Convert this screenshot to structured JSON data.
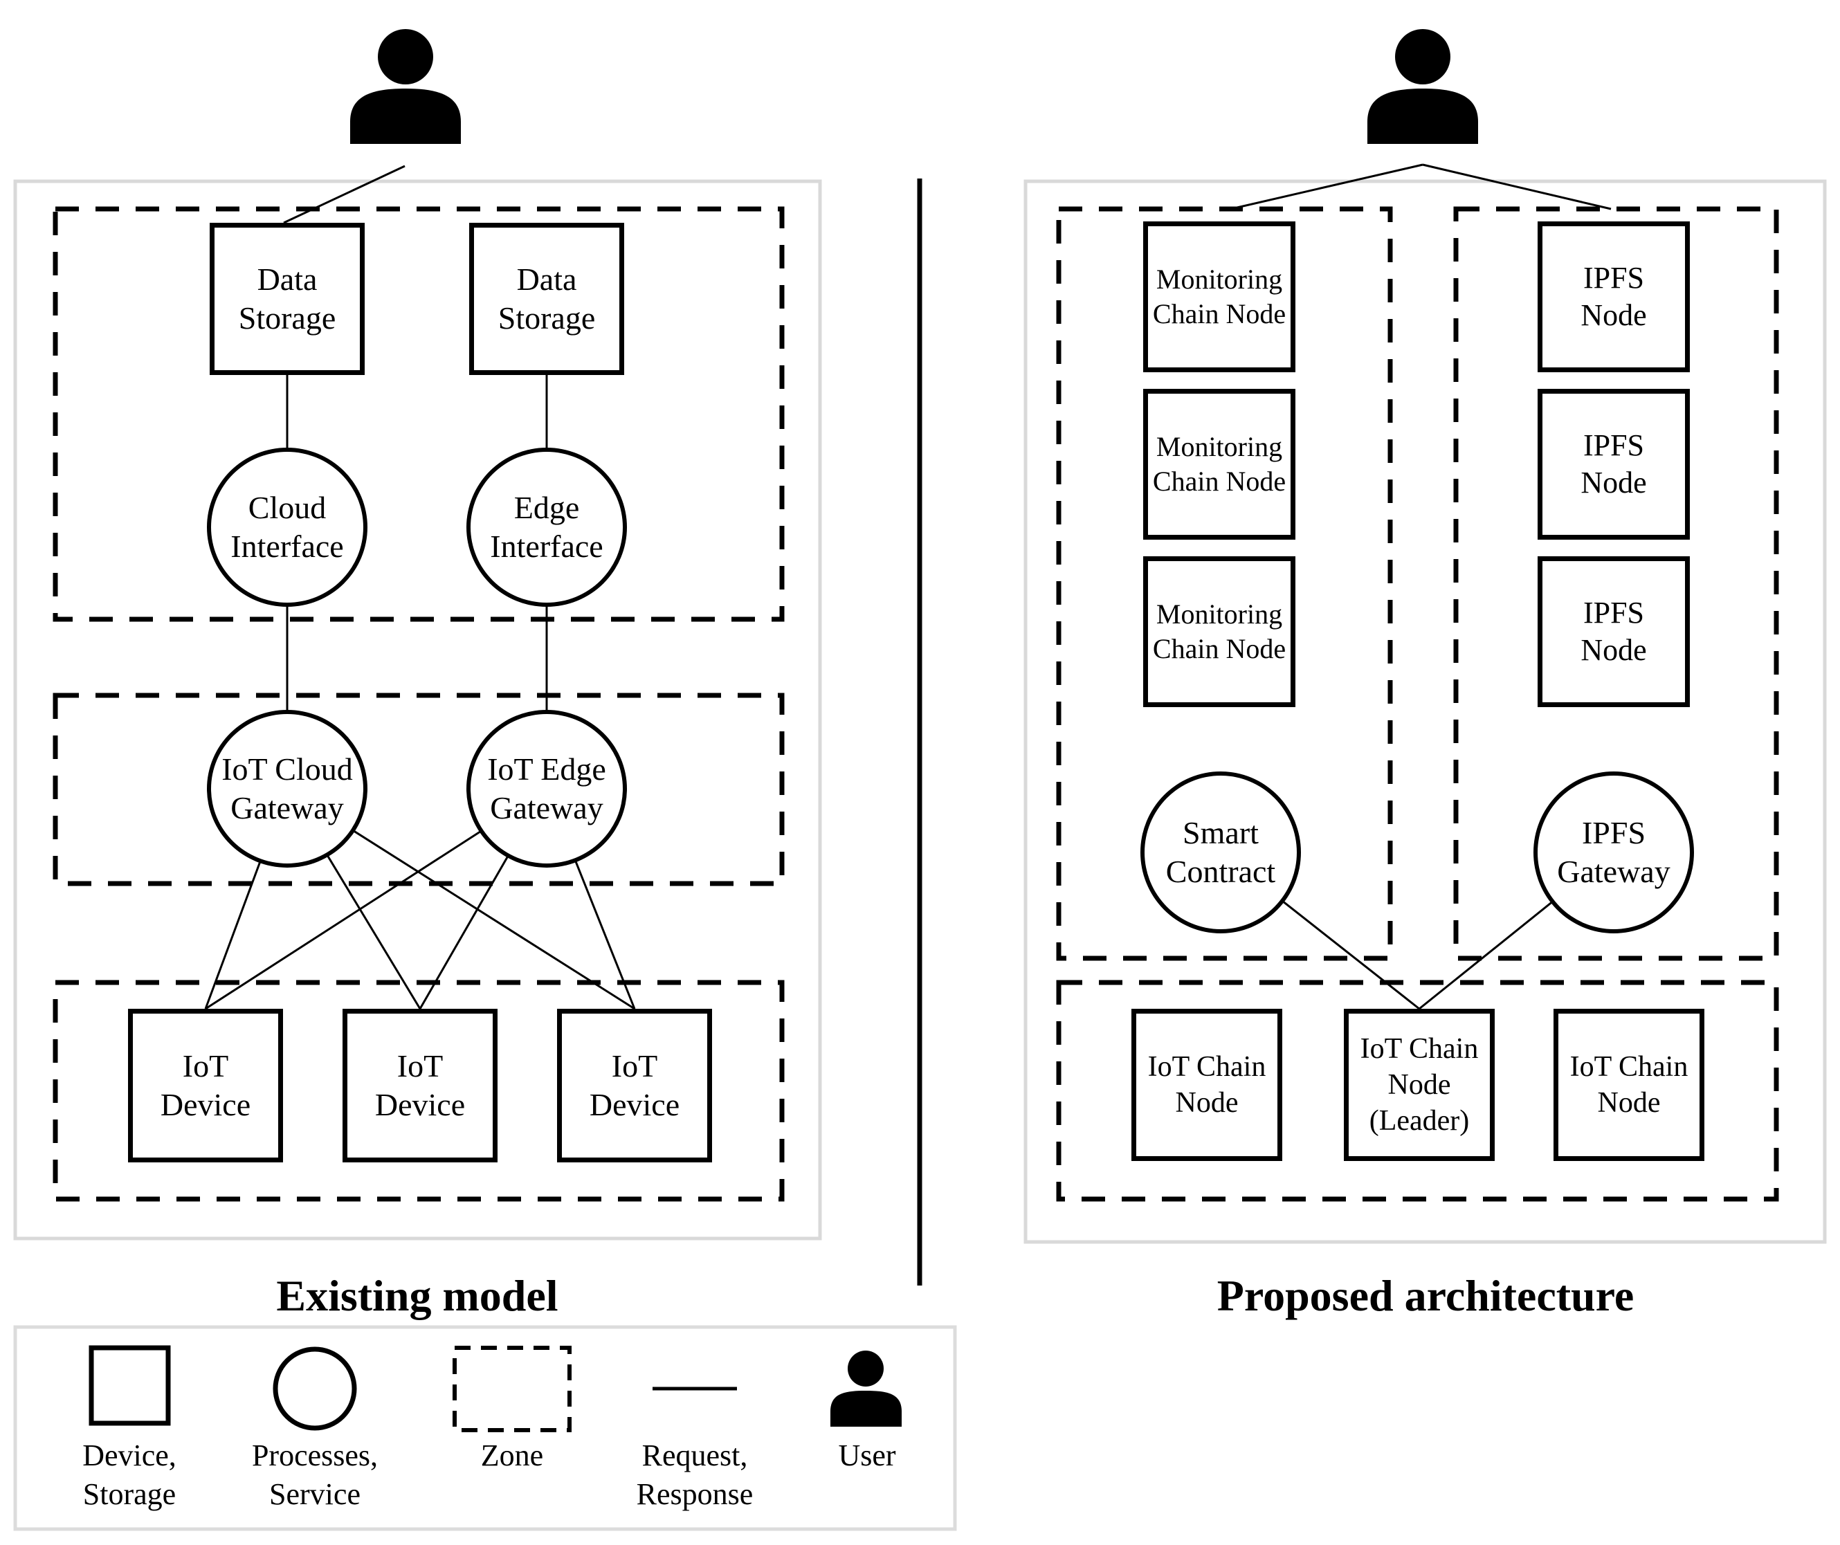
{
  "colors": {
    "line": "#000000",
    "container_border": "#d9d9d9",
    "legend_border": "#dcdcdc",
    "background": "#ffffff"
  },
  "existing_model": {
    "title": "Existing model",
    "storage_nodes": [
      "Data Storage",
      "Data Storage"
    ],
    "interface_nodes": [
      "Cloud Interface",
      "Edge Interface"
    ],
    "gateway_nodes": [
      "IoT Cloud Gateway",
      "IoT Edge Gateway"
    ],
    "device_nodes": [
      "IoT Device",
      "IoT Device",
      "IoT Device"
    ]
  },
  "proposed_architecture": {
    "title": "Proposed architecture",
    "monitoring_nodes": [
      "Monitoring Chain Node",
      "Monitoring Chain Node",
      "Monitoring Chain Node"
    ],
    "ipfs_nodes": [
      "IPFS Node",
      "IPFS Node",
      "IPFS Node"
    ],
    "smart_contract": "Smart Contract",
    "ipfs_gateway": "IPFS Gateway",
    "chain_nodes": [
      "IoT Chain Node",
      "IoT Chain Node (Leader)",
      "IoT Chain Node"
    ]
  },
  "legend": {
    "device_storage": "Device, Storage",
    "processes_service": "Processes, Service",
    "zone": "Zone",
    "request_response": "Request, Response",
    "user": "User"
  }
}
